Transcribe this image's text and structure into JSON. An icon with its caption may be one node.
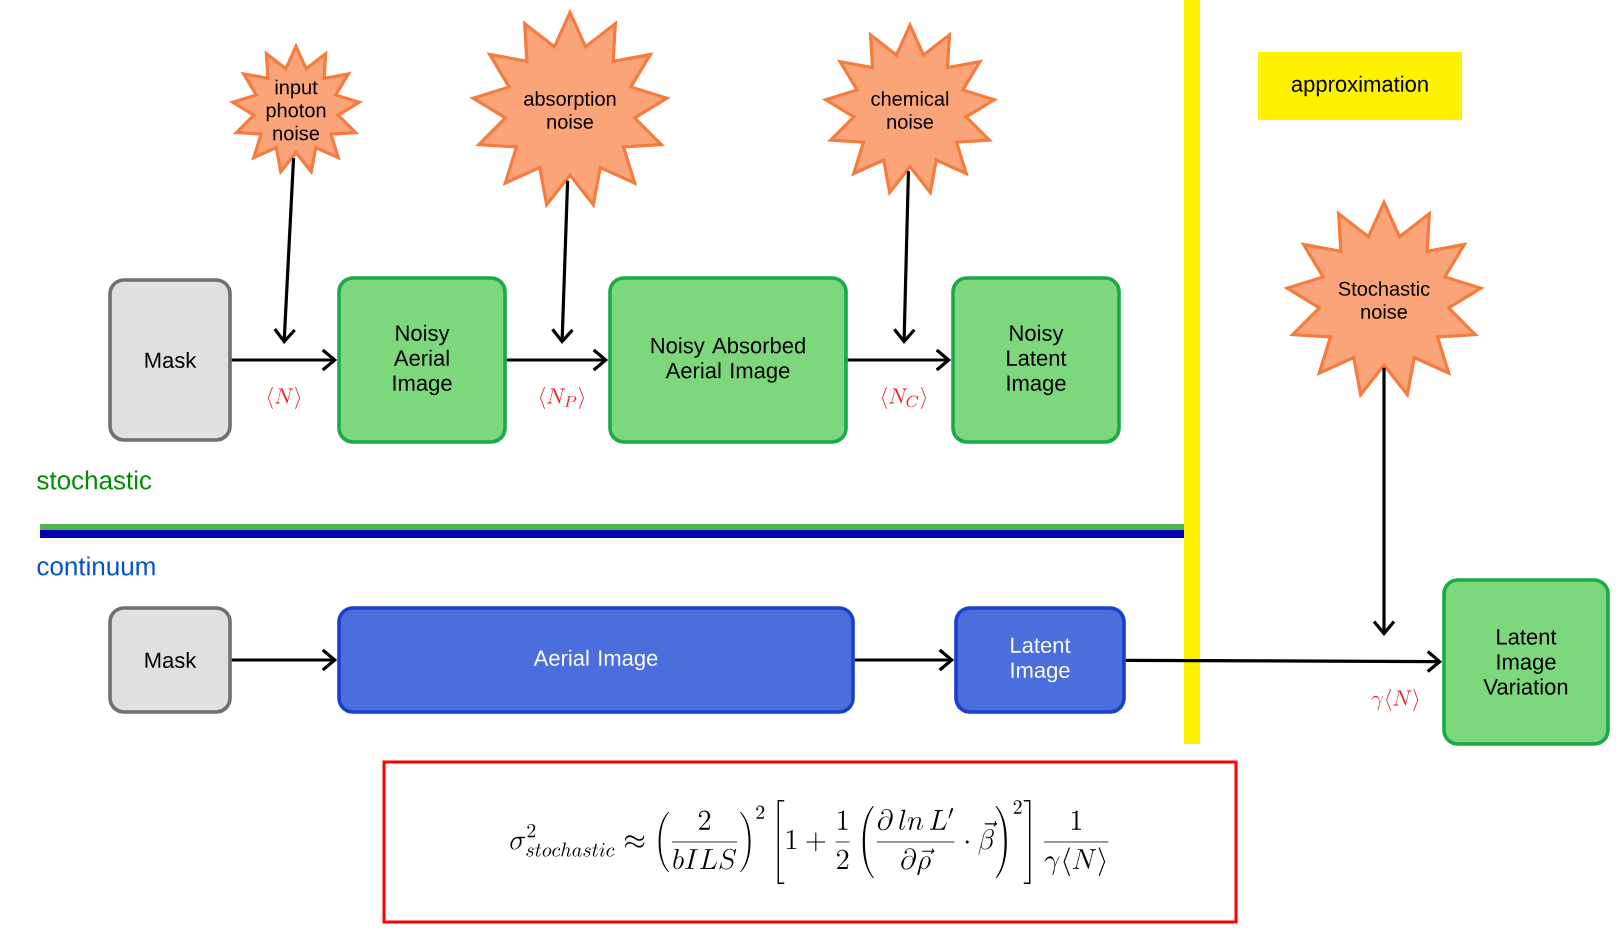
{
  "diagram": {
    "nodes": [
      {
        "text": [
          "input photon noise"
        ]
      },
      {
        "text": [
          "absorption noise"
        ]
      },
      {
        "text": [
          "chemical noise"
        ]
      },
      {
        "text": [
          "Mask"
        ]
      },
      {
        "text": [
          "Noisy Aerial Image"
        ]
      },
      {
        "text": [
          "Noisy Absorbed Aerial Image"
        ]
      },
      {
        "text": [
          "Noisy Latent Image"
        ]
      },
      {
        "text": [
          "approximation"
        ]
      },
      {
        "text": [
          "Stochastic noise"
        ]
      },
      {
        "text": [
          "Mask"
        ]
      },
      {
        "text": [
          "Aerial Image"
        ]
      },
      {
        "text": [
          "Latent Image"
        ]
      },
      {
        "text": [
          "Latent Image Variation"
        ]
      },
      {
        "text": [
          "\\sigma^2_{stochastic} \\approx \\left(\\frac{2}{bILS}\\right)^2 \\left[1+\\frac{1}{2}\\left(\\frac{\\partial\\, ln\\, L'}{\\partial\\vec{\\rho}}\\cdot\\vec{\\beta}\\right)^2\\right]\\frac{1}{\\gamma\\langle N\\rangle}"
        ]
      }
    ],
    "edges": [
      {
        "from": 0,
        "to": null,
        "arrow": "to"
      },
      {
        "from": 1,
        "to": null,
        "arrow": "to"
      },
      {
        "from": 2,
        "to": null,
        "arrow": "to"
      },
      {
        "from": 3,
        "to": 4,
        "arrow": "to",
        "label": "\\langle N\\rangle"
      },
      {
        "from": 4,
        "to": 5,
        "arrow": "to",
        "label": "\\langle N_P\\rangle"
      },
      {
        "from": 5,
        "to": 6,
        "arrow": "to",
        "label": "\\langle N_C\\rangle"
      },
      {
        "from": 8,
        "to": null,
        "arrow": "to"
      },
      {
        "from": 9,
        "to": 10,
        "arrow": "to"
      },
      {
        "from": 10,
        "to": 11,
        "arrow": "to"
      },
      {
        "from": 11,
        "to": 12,
        "arrow": "to",
        "label": "\\gamma\\langle N\\rangle"
      }
    ],
    "labels": [
      "stochastic",
      "continuum"
    ]
  }
}
